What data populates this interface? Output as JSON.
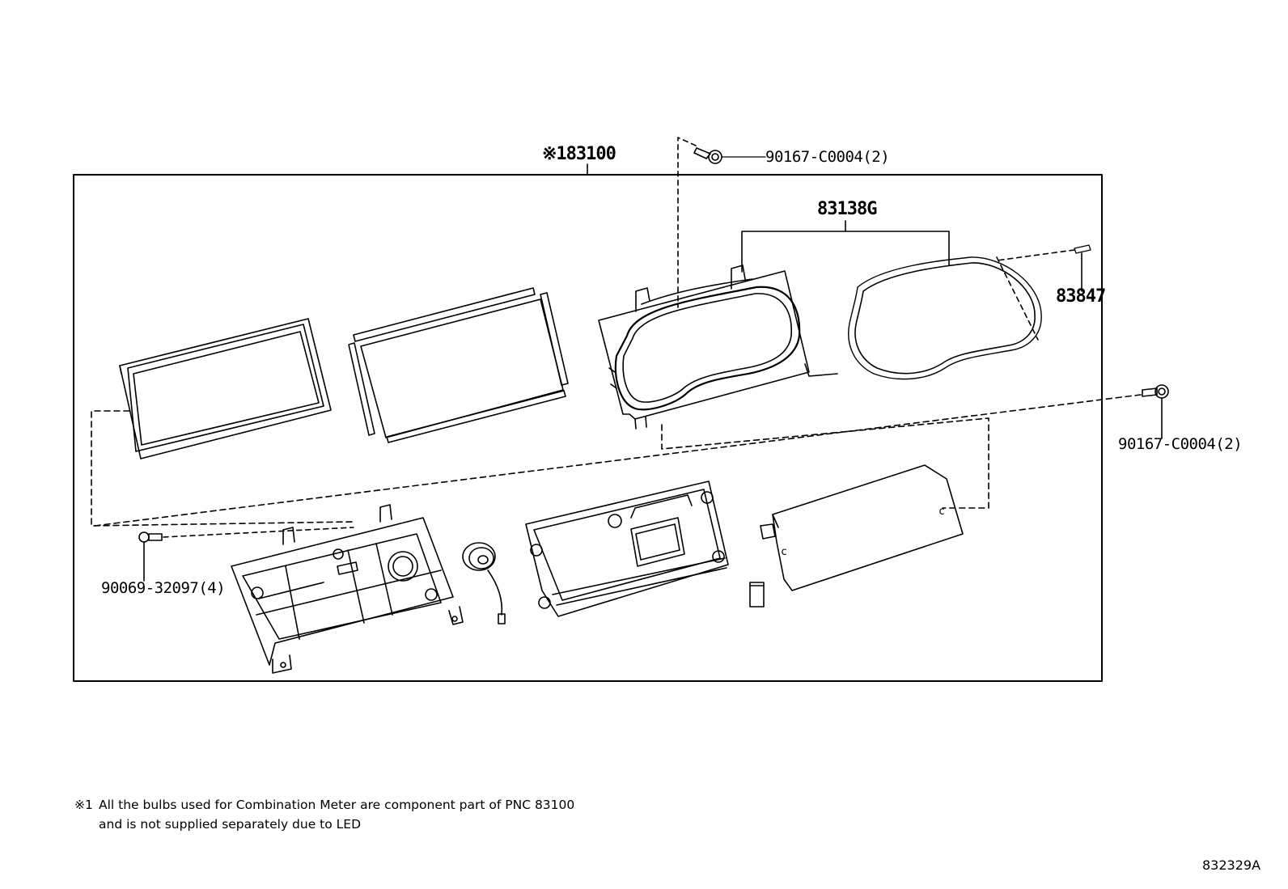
{
  "labels": {
    "main_assembly": "※183100",
    "screw_top": "90167-C0004(2)",
    "lens_set": "83138G",
    "clip": "83847",
    "screw_right": "90167-C0004(2)",
    "screw_left": "90069-32097(4)"
  },
  "footnote": {
    "mark": "※1",
    "line1": "All the bulbs used for Combination Meter are component part of PNC 83100",
    "line2": "and is not supplied separately due to LED"
  },
  "diagram_ref": "832329A"
}
